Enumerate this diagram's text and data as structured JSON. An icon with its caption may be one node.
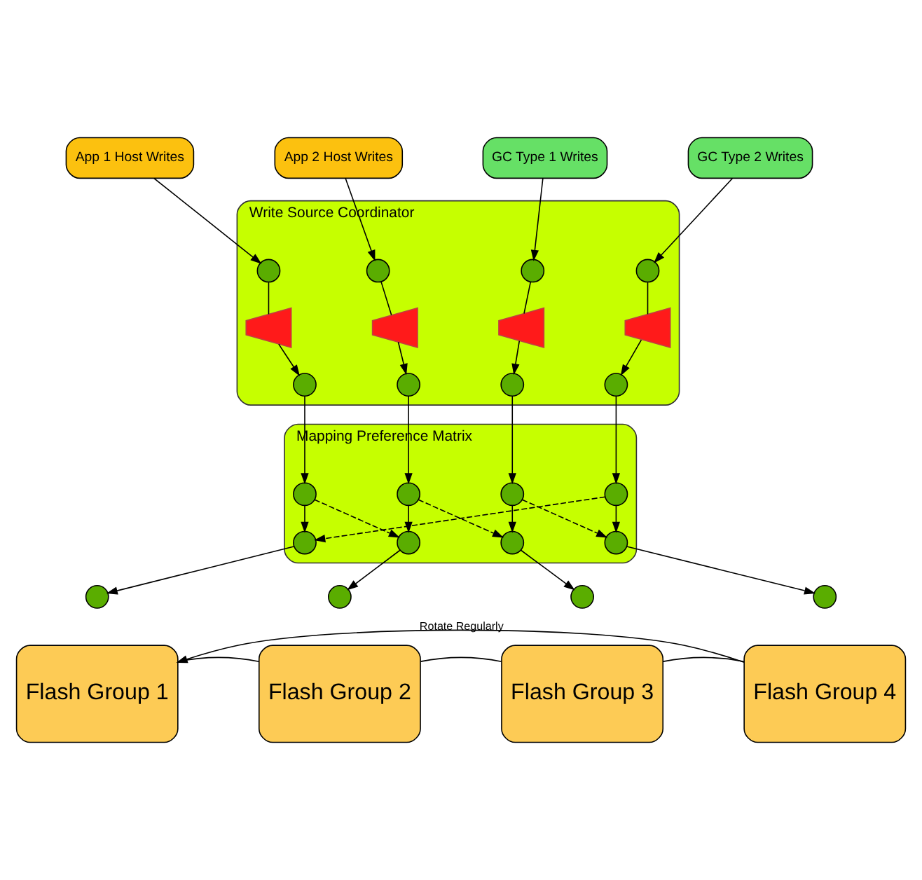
{
  "diagram": {
    "nodes": [
      {
        "text": [
          "App 1 Host Writes"
        ]
      },
      {
        "text": [
          "App 2 Host Writes"
        ]
      },
      {
        "text": [
          "GC Type 1 Writes"
        ]
      },
      {
        "text": [
          "GC Type 2 Writes"
        ]
      },
      {
        "text": [
          "Write Source Coordinator"
        ]
      },
      {
        "text": [],
        "shape": "semicircle",
        "in": 4
      },
      {
        "text": [],
        "shape": "semicircle",
        "in": 4
      },
      {
        "text": [],
        "shape": "semicircle",
        "in": 4
      },
      {
        "text": [],
        "shape": "semicircle",
        "in": 4
      },
      {
        "text": [],
        "shape": "bowtie",
        "in": 4
      },
      {
        "text": [],
        "shape": "bowtie",
        "in": 4
      },
      {
        "text": [],
        "shape": "bowtie",
        "in": 4
      },
      {
        "text": [],
        "shape": "bowtie",
        "in": 4
      },
      {
        "text": [],
        "shape": "semicircle",
        "in": 4
      },
      {
        "text": [],
        "shape": "semicircle",
        "in": 4
      },
      {
        "text": [],
        "shape": "semicircle",
        "in": 4
      },
      {
        "text": [],
        "shape": "semicircle",
        "in": 4
      },
      {
        "text": [
          "Mapping Preference Matrix"
        ]
      },
      {
        "text": [],
        "shape": "semicircle",
        "in": 17
      },
      {
        "text": [],
        "shape": "semicircle",
        "in": 17
      },
      {
        "text": [],
        "shape": "semicircle",
        "in": 17
      },
      {
        "text": [],
        "shape": "semicircle",
        "in": 17
      },
      {
        "text": [],
        "shape": "semicircle",
        "in": 17
      },
      {
        "text": [],
        "shape": "semicircle",
        "in": 17
      },
      {
        "text": [],
        "shape": "semicircle",
        "in": 17
      },
      {
        "text": [],
        "shape": "semicircle",
        "in": 17
      },
      {
        "text": [],
        "shape": "semicircle"
      },
      {
        "text": [],
        "shape": "semicircle"
      },
      {
        "text": [],
        "shape": "semicircle"
      },
      {
        "text": [],
        "shape": "semicircle"
      },
      {
        "text": [
          "Flash Group 1"
        ]
      },
      {
        "text": [
          "Flash Group 2"
        ]
      },
      {
        "text": [
          "Flash Group 3"
        ]
      },
      {
        "text": [
          "Flash Group 4"
        ]
      }
    ],
    "edges": [
      {
        "from": 0,
        "to": 5,
        "arrow": "to"
      },
      {
        "from": 1,
        "to": 6,
        "arrow": "to"
      },
      {
        "from": 2,
        "to": 7,
        "arrow": "to"
      },
      {
        "from": 3,
        "to": 8,
        "arrow": "to"
      },
      {
        "from": 5,
        "to": 9,
        "arrow": "none"
      },
      {
        "from": 6,
        "to": 10,
        "arrow": "none"
      },
      {
        "from": 7,
        "to": 11,
        "arrow": "none"
      },
      {
        "from": 8,
        "to": 12,
        "arrow": "none"
      },
      {
        "from": 9,
        "to": 13,
        "arrow": "to"
      },
      {
        "from": 10,
        "to": 14,
        "arrow": "to"
      },
      {
        "from": 11,
        "to": 15,
        "arrow": "to"
      },
      {
        "from": 12,
        "to": 16,
        "arrow": "to"
      },
      {
        "from": 13,
        "to": 18,
        "arrow": "to"
      },
      {
        "from": 14,
        "to": 19,
        "arrow": "to"
      },
      {
        "from": 15,
        "to": 20,
        "arrow": "to"
      },
      {
        "from": 16,
        "to": 21,
        "arrow": "to"
      },
      {
        "from": 18,
        "to": 22,
        "arrow": "to"
      },
      {
        "from": 18,
        "to": 23,
        "arrow": "to",
        "style": "dashed"
      },
      {
        "from": 19,
        "to": 23,
        "arrow": "to"
      },
      {
        "from": 19,
        "to": 24,
        "arrow": "to",
        "style": "dashed"
      },
      {
        "from": 20,
        "to": 24,
        "arrow": "to"
      },
      {
        "from": 20,
        "to": 25,
        "arrow": "to",
        "style": "dashed"
      },
      {
        "from": 21,
        "to": 25,
        "arrow": "to"
      },
      {
        "from": 21,
        "to": 22,
        "arrow": "to",
        "style": "dashed"
      },
      {
        "from": 22,
        "to": 26,
        "arrow": "to"
      },
      {
        "from": 23,
        "to": 27,
        "arrow": "to"
      },
      {
        "from": 24,
        "to": 28,
        "arrow": "to"
      },
      {
        "from": 25,
        "to": 29,
        "arrow": "to"
      },
      {
        "from": 30,
        "to": 31,
        "arrow": "none"
      },
      {
        "from": 31,
        "to": 32,
        "arrow": "none"
      },
      {
        "from": 32,
        "to": 33,
        "arrow": "none"
      },
      {
        "from": 33,
        "to": 30,
        "arrow": "to",
        "label": "Rotate Regularly"
      }
    ]
  }
}
